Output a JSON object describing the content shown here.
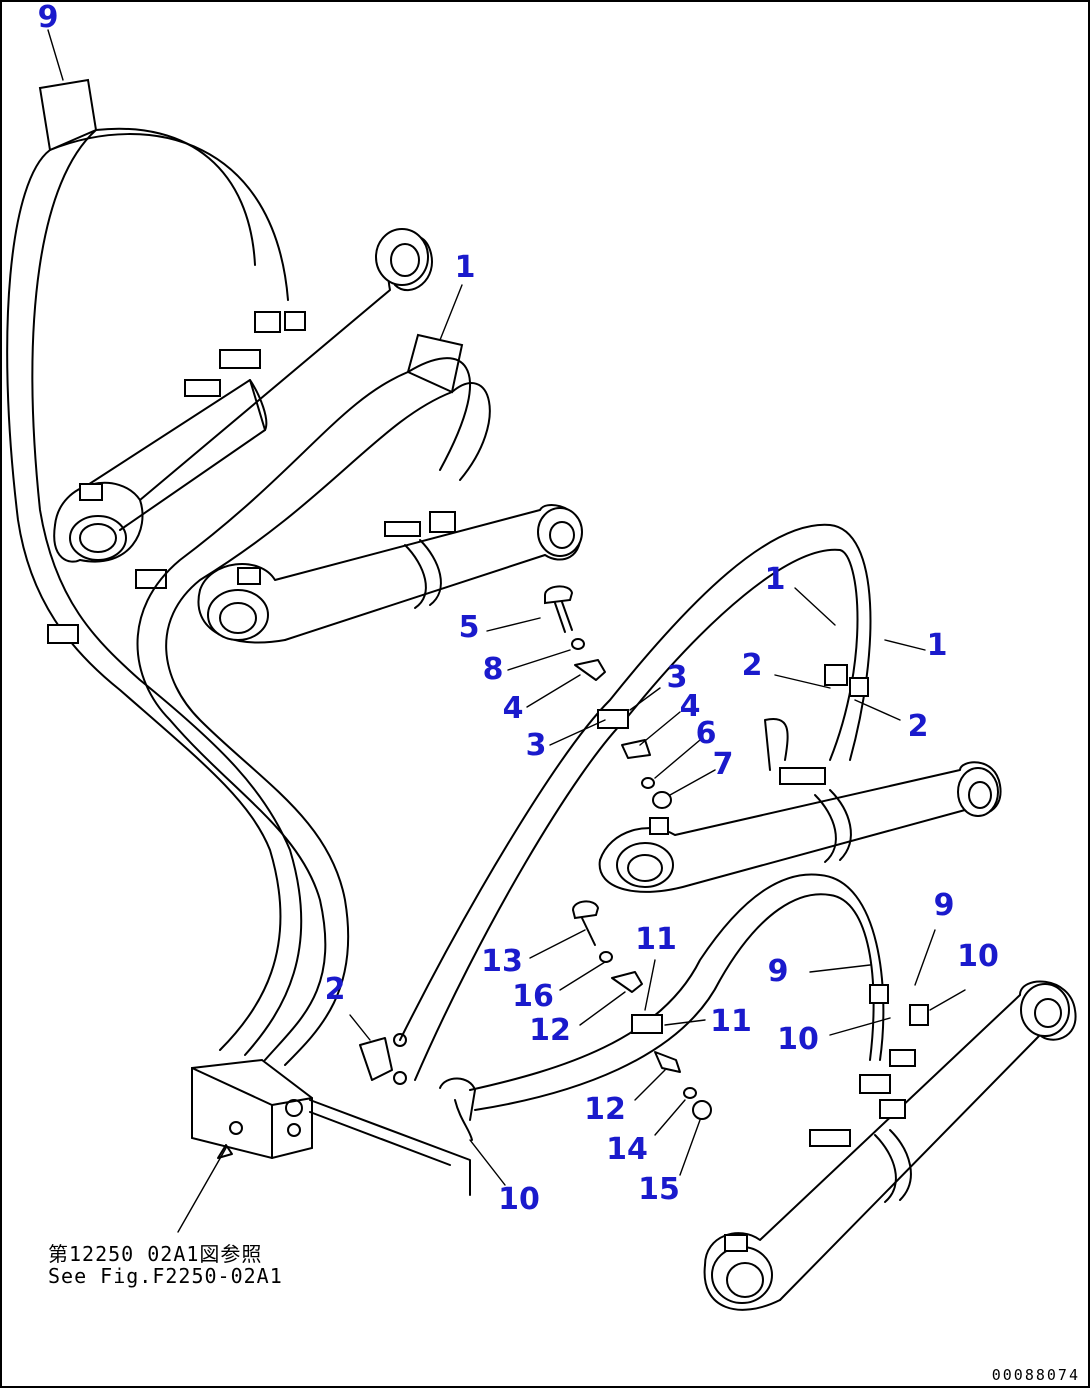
{
  "diagram": {
    "reference_note_jp": "第12250 02A1図参照",
    "reference_note_en": "See Fig.F2250-02A1",
    "drawing_code": "00088074",
    "callouts": [
      {
        "id": "9-top",
        "text": "9"
      },
      {
        "id": "1-mid",
        "text": "1"
      },
      {
        "id": "1-right-a",
        "text": "1"
      },
      {
        "id": "1-right-b",
        "text": "1"
      },
      {
        "id": "2-right-a",
        "text": "2"
      },
      {
        "id": "2-right-b",
        "text": "2"
      },
      {
        "id": "5",
        "text": "5"
      },
      {
        "id": "8",
        "text": "8"
      },
      {
        "id": "4-a",
        "text": "4"
      },
      {
        "id": "3-a",
        "text": "3"
      },
      {
        "id": "3-b",
        "text": "3"
      },
      {
        "id": "4-b",
        "text": "4"
      },
      {
        "id": "6",
        "text": "6"
      },
      {
        "id": "7",
        "text": "7"
      },
      {
        "id": "9-right-a",
        "text": "9"
      },
      {
        "id": "9-right-b",
        "text": "9"
      },
      {
        "id": "10-right-a",
        "text": "10"
      },
      {
        "id": "10-right-b",
        "text": "10"
      },
      {
        "id": "11-a",
        "text": "11"
      },
      {
        "id": "11-b",
        "text": "11"
      },
      {
        "id": "13",
        "text": "13"
      },
      {
        "id": "16",
        "text": "16"
      },
      {
        "id": "12-a",
        "text": "12"
      },
      {
        "id": "12-b",
        "text": "12"
      },
      {
        "id": "14",
        "text": "14"
      },
      {
        "id": "15",
        "text": "15"
      },
      {
        "id": "2-left",
        "text": "2"
      },
      {
        "id": "10-bottom",
        "text": "10"
      }
    ]
  }
}
